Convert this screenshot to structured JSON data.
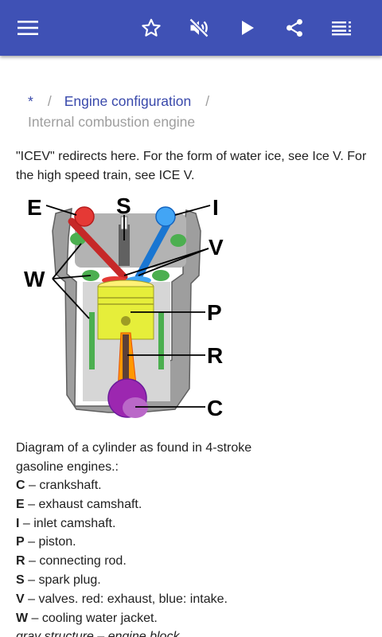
{
  "app": {
    "menu_icon": "hamburger-menu-icon",
    "actions": [
      "star-icon",
      "volume-off-icon",
      "play-icon",
      "share-icon",
      "playlist-icon"
    ],
    "accent": "#3f51b5"
  },
  "breadcrumb": {
    "root": "*",
    "separator": "/",
    "parent": "Engine configuration",
    "current": "Internal combustion engine"
  },
  "article": {
    "intro": "\"ICEV\" redirects here. For the form of water ice, see Ice V. For the high speed train, see ICE V.",
    "figure": {
      "labels": {
        "E": "E",
        "S": "S",
        "I": "I",
        "V": "V",
        "W": "W",
        "P": "P",
        "R": "R",
        "C": "C"
      }
    },
    "caption": "Diagram of a cylinder as found in 4-stroke gasoline engines.:",
    "legend": [
      {
        "key": "C",
        "text": " – crankshaft."
      },
      {
        "key": "E",
        "text": " – exhaust camshaft."
      },
      {
        "key": "I",
        "text": " – inlet camshaft."
      },
      {
        "key": "P",
        "text": " – piston."
      },
      {
        "key": "R",
        "text": " – connecting rod."
      },
      {
        "key": "S",
        "text": " – spark plug."
      },
      {
        "key": "V",
        "text": " – valves. red: exhaust, blue: intake."
      },
      {
        "key": "W",
        "text": " – cooling water jacket."
      }
    ],
    "legend_last": "gray structure – engine block."
  }
}
